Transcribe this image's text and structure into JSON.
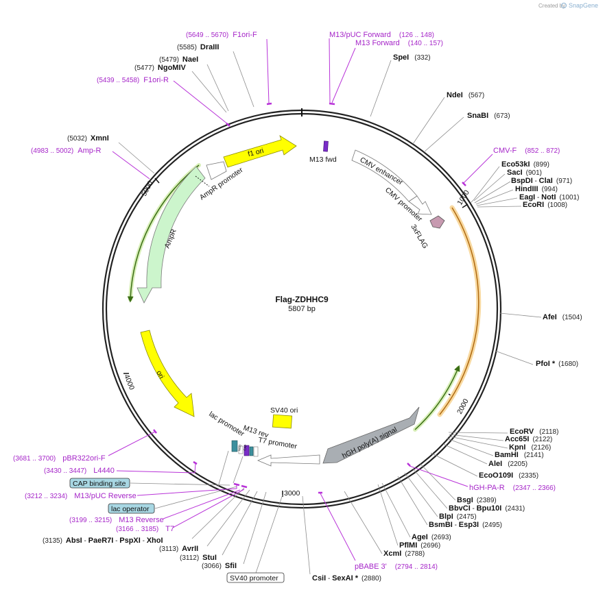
{
  "plasmid": {
    "name": "Flag-ZDHHC9",
    "length": "5807 bp"
  },
  "credit": {
    "created_by": "Created by",
    "brand": "SnapGene"
  },
  "ticks": [
    "1000",
    "2000",
    "3000",
    "4000",
    "5000"
  ],
  "features": {
    "f1_ori": "f1 ori",
    "ampr_promoter": "AmpR promoter",
    "ampr": "AmpR",
    "m13_fwd": "M13 fwd",
    "cmv_enhancer": "CMV enhancer",
    "cmv_promoter": "CMV promoter",
    "flag": "3xFLAG",
    "ori": "ori",
    "sv40_ori": "SV40 ori",
    "hgh_polya": "hGH poly(A) signal",
    "lac_promoter": "lac promoter",
    "m13_rev": "M13 rev",
    "t7_promoter": "T7 promoter",
    "lacO": "lacO",
    "cap": "CAP",
    "sv40_promoter": "SV40 promoter",
    "cap_binding_site": "CAP binding site",
    "lac_operator": "lac operator"
  },
  "enzymes": {
    "draIII": {
      "name": "DraIII",
      "pos": "(5585)"
    },
    "naeI": {
      "name": "NaeI",
      "pos": "(5479)"
    },
    "ngoMIV": {
      "name": "NgoMIV",
      "pos": "(5477)"
    },
    "xmnI": {
      "name": "XmnI",
      "pos": "(5032)"
    },
    "speI": {
      "name": "SpeI",
      "pos": "(332)"
    },
    "ndeI": {
      "name": "NdeI",
      "pos": "(567)"
    },
    "snaBI": {
      "name": "SnaBI",
      "pos": "(673)"
    },
    "eco53kI": {
      "name": "Eco53kI",
      "pos": "(899)"
    },
    "sacI": {
      "name": "SacI",
      "pos": "(901)"
    },
    "bspDI": {
      "name": "BspDI",
      "sep": " - ",
      "name2": "ClaI",
      "pos": "(971)"
    },
    "hindIII": {
      "name": "HindIII",
      "pos": "(994)"
    },
    "eagI": {
      "name": "EagI",
      "sep": " - ",
      "name2": "NotI",
      "pos": "(1001)"
    },
    "ecoRI": {
      "name": "EcoRI",
      "pos": "(1008)"
    },
    "afeI": {
      "name": "AfeI",
      "pos": "(1504)"
    },
    "pfoI": {
      "name": "PfoI *",
      "pos": "(1680)"
    },
    "ecoRV": {
      "name": "EcoRV",
      "pos": "(2118)"
    },
    "acc65I": {
      "name": "Acc65I",
      "pos": "(2122)"
    },
    "kpnI": {
      "name": "KpnI",
      "pos": "(2126)"
    },
    "bamHI": {
      "name": "BamHI",
      "pos": "(2141)"
    },
    "aleI": {
      "name": "AleI",
      "pos": "(2205)"
    },
    "ecoO109I": {
      "name": "EcoO109I",
      "pos": "(2335)"
    },
    "bsgI": {
      "name": "BsgI",
      "pos": "(2389)"
    },
    "bbvCI": {
      "name": "BbvCI",
      "sep": " - ",
      "name2": "Bpu10I",
      "pos": "(2431)"
    },
    "blpI": {
      "name": "BlpI",
      "pos": "(2475)"
    },
    "bsmBI": {
      "name": "BsmBI",
      "sep": " - ",
      "name2": "Esp3I",
      "pos": "(2495)"
    },
    "ageI": {
      "name": "AgeI",
      "pos": "(2693)"
    },
    "pflMI": {
      "name": "PflMI",
      "pos": "(2696)"
    },
    "xcmI": {
      "name": "XcmI",
      "pos": "(2788)"
    },
    "csiI": {
      "name": "CsiI",
      "sep": " - ",
      "name2": "SexAI *",
      "pos": "(2880)"
    },
    "sfiI": {
      "name": "SfiI",
      "pos": "(3066)"
    },
    "stuI": {
      "name": "StuI",
      "pos": "(3112)"
    },
    "avrII": {
      "name": "AvrII",
      "pos": "(3113)"
    },
    "absI": {
      "name": "AbsI",
      "sep": " - ",
      "name2": "PaeR7I",
      "sep2": " - ",
      "name3": "PspXI",
      "sep3": " - ",
      "name4": "XhoI",
      "pos": "(3135)"
    }
  },
  "primers": {
    "f1ori_f": {
      "pos": "(5649 .. 5670)",
      "name": "F1ori-F"
    },
    "f1ori_r": {
      "pos": "(5439 .. 5458)",
      "name": "F1ori-R"
    },
    "amp_r": {
      "pos": "(4983 .. 5002)",
      "name": "Amp-R"
    },
    "m13_puc_fwd": {
      "name": "M13/pUC Forward",
      "pos": "(126 .. 148)"
    },
    "m13_fwd": {
      "name": "M13 Forward",
      "pos": "(140 .. 157)"
    },
    "cmv_f": {
      "name": "CMV-F",
      "pos": "(852 .. 872)"
    },
    "hgh_pa_r": {
      "name": "hGH-PA-R",
      "pos": "(2347 .. 2366)"
    },
    "pbabe3": {
      "name": "pBABE 3'",
      "pos": "(2794 .. 2814)"
    },
    "pbr322ori_f": {
      "pos": "(3681 .. 3700)",
      "name": "pBR322ori-F"
    },
    "l4440": {
      "pos": "(3430 .. 3447)",
      "name": "L4440"
    },
    "m13_puc_rev": {
      "pos": "(3212 .. 3234)",
      "name": "M13/pUC Reverse"
    },
    "m13_reverse": {
      "pos": "(3199 .. 3215)",
      "name": "M13 Reverse"
    },
    "t7": {
      "pos": "(3166 .. 3185)",
      "name": "T7"
    }
  },
  "colors": {
    "backbone": "#222222",
    "ori": "#ffff00",
    "ampr": "#ccf5cc",
    "promoter": "#ffffff",
    "polya": "#a9aeb3",
    "flag": "#c79ab0",
    "primer": "#a524c8",
    "orf_highlight": "#f2b84e",
    "green_arrow": "#4e8a1e",
    "lac_teal": "#3d8f9d",
    "box_blue": "#a8d7e3"
  }
}
